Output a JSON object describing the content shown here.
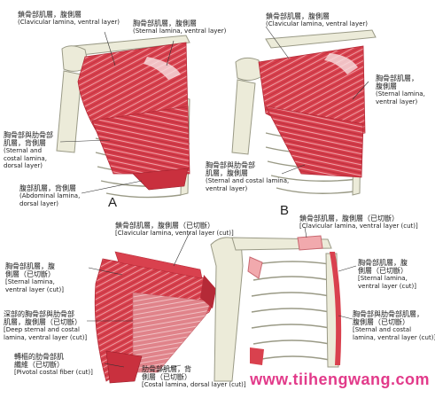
{
  "panels": [
    {
      "letter": "A"
    },
    {
      "letter": "B"
    }
  ],
  "labels": {
    "a_top": {
      "zh": "鎖骨部肌層，腹側層",
      "en": "(Clavicular lamina, ventral layer)"
    },
    "a_sc": {
      "zh": "胸骨部與肋骨部",
      "zh2": "肌層，背側層",
      "en": "(Sternal and",
      "en2": "costal lamina,",
      "en3": "dorsal layer)"
    },
    "a_abd": {
      "zh": "腹部肌層，背側層",
      "en": "(Abdominal lamina,",
      "en2": "dorsal layer)"
    },
    "b_top_left": {
      "zh": "胸骨部肌層，腹側層",
      "en": "(Sternal lamina, ventral layer)"
    },
    "b_top_right": {
      "zh": "鎖骨部肌層，腹側層",
      "en": "(Clavicular lamina, ventral layer)"
    },
    "b_right": {
      "zh": "胸骨部肌層，",
      "zh2": "腹側層",
      "en": "(Sternal lamina,",
      "en2": "ventral layer)"
    },
    "b_sc": {
      "zh": "胸骨部與肋骨部",
      "zh2": "肌層，腹側層",
      "en": "(Sternal and costal lamina,",
      "en2": "ventral layer)"
    },
    "c_top": {
      "zh": "鎖骨部肌層，腹側層（已切斷）",
      "en": "[Clavicular lamina, ventral layer (cut)]"
    },
    "c_left1": {
      "zh": "胸骨部肌層，腹",
      "zh2": "側層（已切斷）",
      "en": "[Sternal lamina,",
      "en2": "ventral layer (cut)]"
    },
    "c_left2": {
      "zh": "深部的胸骨部與肋骨部",
      "zh2": "肌層，腹側層（已切斷）",
      "en": "[Deep sternal and costal",
      "en2": "lamina, ventral layer (cut)]"
    },
    "c_left3": {
      "zh": "轉樞的肋骨部肌",
      "zh2": "纖維（已切斷）",
      "en": "[Pivotal costal fiber (cut)]"
    },
    "c_bottom": {
      "zh": "肋骨部肌層，背",
      "zh2": "側層（已切斷）",
      "en": "[Costal lamina, dorsal layer (cut)]"
    },
    "d_top": {
      "zh": "鎖骨部肌層，腹側層（已切斷）",
      "en": "[Clavicular lamina, ventral layer (cut)]"
    },
    "d_right1": {
      "zh": "胸骨部肌層，腹",
      "zh2": "側層（已切斷）",
      "en": "[Sternal lamina,",
      "en2": "ventral layer (cut)]"
    },
    "d_right2": {
      "zh": "胸骨部與肋骨部肌層，",
      "zh2": "腹側層（已切斷）",
      "en": "[Sternal and costal",
      "en2": "lamina, ventral layer (cut)]"
    }
  },
  "watermark": {
    "text": "www.tiihengwang.com"
  },
  "colors": {
    "muscle": "#d9414e",
    "muscle_dark": "#b52a37",
    "bone": "#ecebd9",
    "bone_line": "#9a9a86",
    "fiber": "#f3a3a8",
    "label_line": "#333333"
  }
}
